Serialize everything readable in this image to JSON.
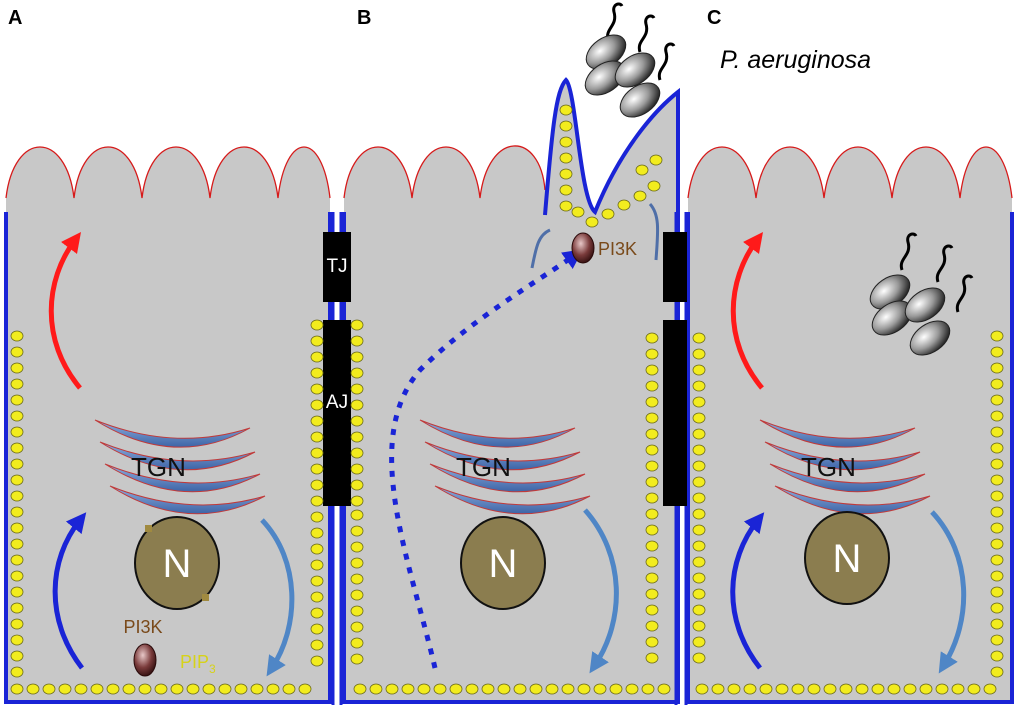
{
  "panels": [
    {
      "letter": "A",
      "tgn": "TGN",
      "nucleus": "N",
      "pi3k": "PI3K",
      "pip": "PIP",
      "pip_sub": "3"
    },
    {
      "letter": "B",
      "tgn": "TGN",
      "nucleus": "N",
      "pi3k": "PI3K"
    },
    {
      "letter": "C",
      "tgn": "TGN",
      "nucleus": "N"
    }
  ],
  "organism": "P. aeruginosa",
  "junctions": {
    "tight": "TJ",
    "adherens": "AJ"
  },
  "colors": {
    "cytoplasm": "#c8c8c8",
    "membrane": "#1a24d6",
    "microvilli": "#d61a1a",
    "lipid": "#f2ec1e",
    "nucleus": "#8b7d4f",
    "golgi": "#5b80b8",
    "pi3k": "#7a3b3b",
    "apical_arrow": "#ff1a1a",
    "basolateral_arrow": "#1a24d6",
    "recycling_arrow": "#4f86c6"
  }
}
